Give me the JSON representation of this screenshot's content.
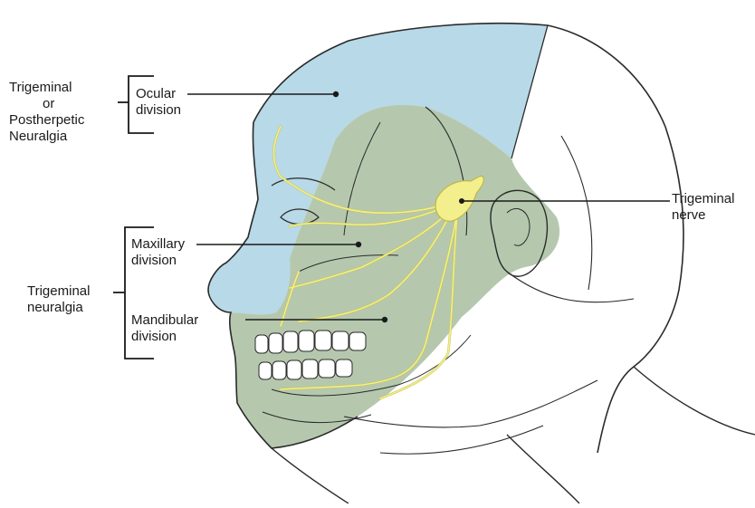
{
  "labels": {
    "trig_or_postherpetic": [
      "Trigeminal",
      "or",
      "Postherpetic",
      "Neuralgia"
    ],
    "ocular": [
      "Ocular",
      "division"
    ],
    "maxillary": [
      "Maxillary",
      "division"
    ],
    "mandibular": [
      "Mandibular",
      "division"
    ],
    "trig_neuralgia": [
      "Trigeminal",
      "neuralgia"
    ],
    "trig_nerve": [
      "Trigeminal",
      "nerve"
    ]
  },
  "colors": {
    "ocular_region": "#b7d9e8",
    "lower_region": "#b5c8ae",
    "nerve": "#f2ef8c",
    "outline": "#2a2a2a"
  }
}
